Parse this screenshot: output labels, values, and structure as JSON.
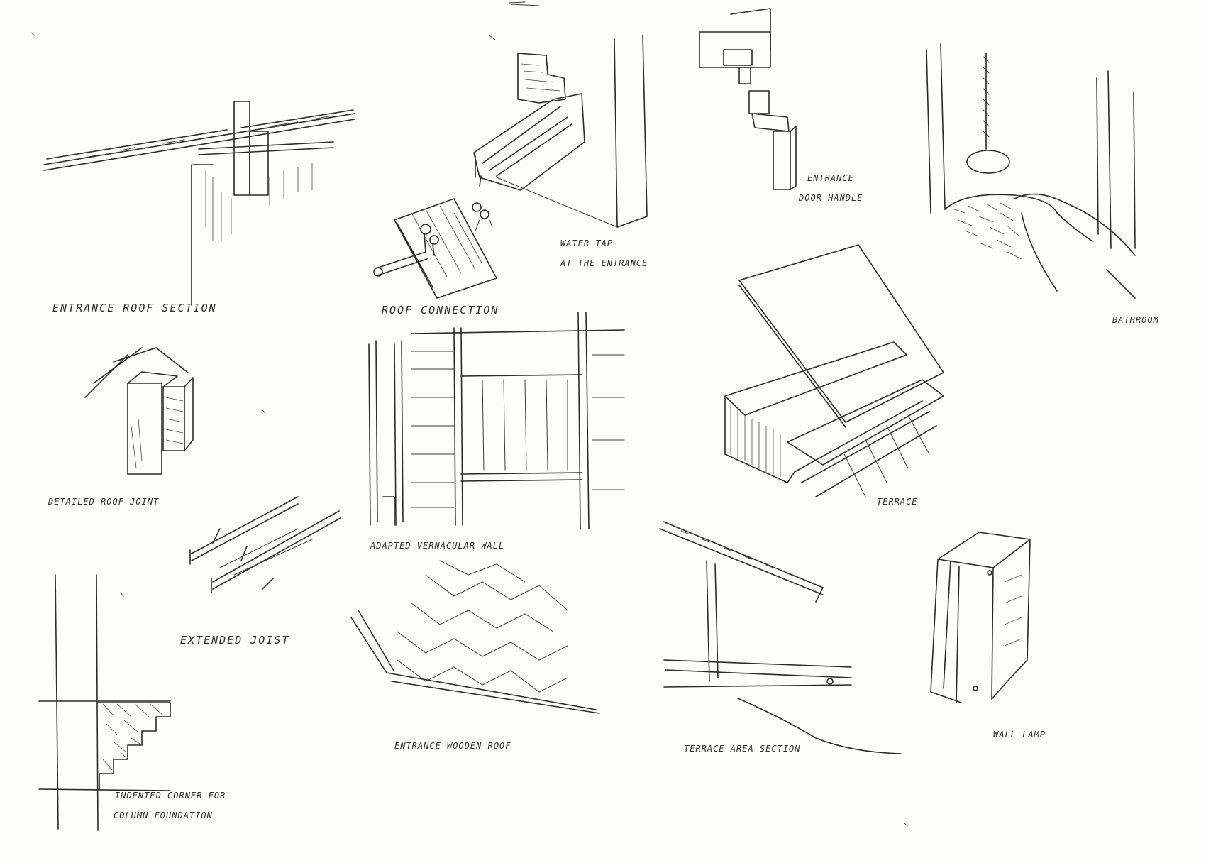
{
  "labels": {
    "entrance_roof_section": "ENTRANCE     ROOF     SECTION",
    "roof_connection": "ROOF   CONNECTION",
    "water_tap_line1": "WATER   TAP",
    "water_tap_line2": "AT   THE   ENTRANCE",
    "entrance_door_handle_line1": "ENTRANCE",
    "entrance_door_handle_line2": "DOOR  HANDLE",
    "bathroom": "BATHROOM",
    "detailed_roof_joint": "DETAILED    ROOF    JOINT",
    "adapted_vernacular_wall": "ADAPTED   VERNACULAR   WALL",
    "terrace": "TERRACE",
    "extended_joist": "EXTENDED   JOIST",
    "entrance_wooden_roof": "ENTRANCE    WOODEN    ROOF",
    "terrace_area_section": "TERRACE   AREA   SECTION",
    "wall_lamp": "WALL   LAMP",
    "indented_corner_line1": "INDENTED  CORNER  FOR",
    "indented_corner_line2": "COLUMN   FOUNDATION"
  },
  "colors": {
    "paper": "#fdfdfb",
    "ink": "#2a2a2a"
  }
}
